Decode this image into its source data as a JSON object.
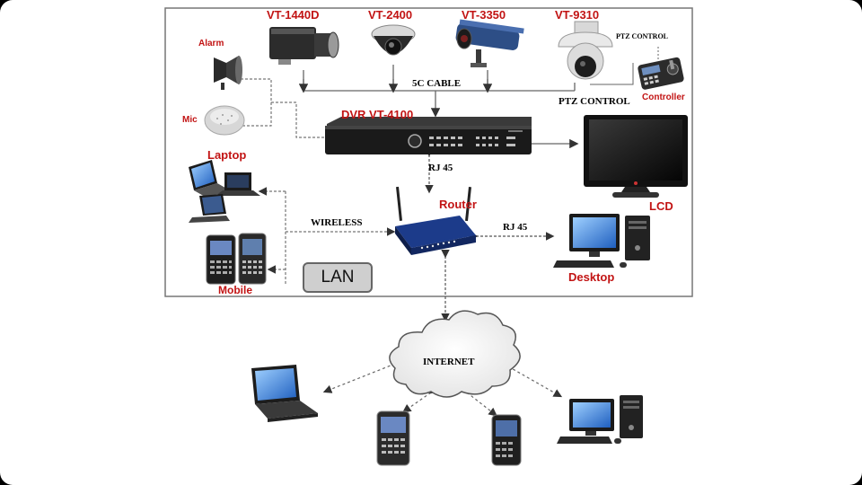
{
  "cameras": {
    "vt1440d": "VT-1440D",
    "vt2400": "VT-2400",
    "vt3350": "VT-3350",
    "vt9310": "VT-9310"
  },
  "devices": {
    "alarm": "Alarm",
    "mic": "Mic",
    "laptop": "Laptop",
    "mobile": "Mobile",
    "dvr": "DVR VT-4100",
    "router": "Router",
    "lcd": "LCD",
    "desktop": "Desktop",
    "controller": "Controller"
  },
  "connections": {
    "cable": "5C CABLE",
    "ptz_control_top": "PTZ CONTROL",
    "ptz_control": "PTZ CONTROL",
    "rj45_dvr": "RJ 45",
    "rj45_desktop": "RJ 45",
    "wireless": "WIRELESS",
    "internet": "INTERNET"
  },
  "lan_label": "LAN",
  "colors": {
    "label_red": "#c21414",
    "background": "#000000",
    "panel": "#ffffff",
    "lan_box": "#cfcfcf"
  }
}
